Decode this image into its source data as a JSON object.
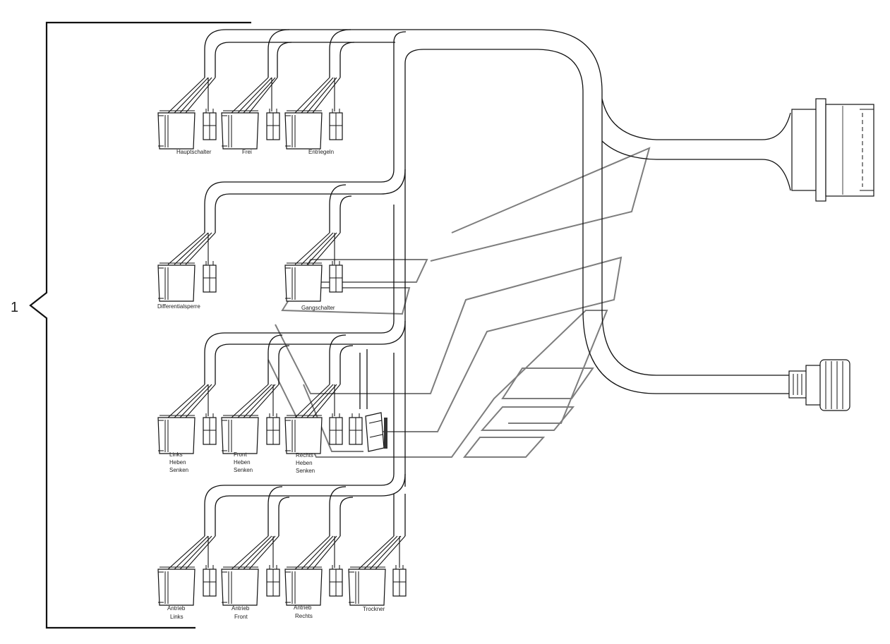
{
  "item_number": "1",
  "switch_labels": {
    "hauptschalter": "Hauptschalter",
    "frei": "Frei",
    "entriegeln": "Entriegeln",
    "differentialsperre": "Differentialsperre",
    "gangschalter": "Gangschalter",
    "links_heben_senken": [
      "Links",
      "Heben",
      "Senken"
    ],
    "front_heben_senken": [
      "Front",
      "Heben",
      "Senken"
    ],
    "rechts_heben_senken": [
      "Rechts",
      "Heben",
      "Senken"
    ],
    "antrieb_links": [
      "Antrieb",
      "Links"
    ],
    "antrieb_front": [
      "Antrieb",
      "Front"
    ],
    "antrieb_rechts": [
      "Antrieb",
      "Rechts"
    ],
    "trockner": "Trockner"
  },
  "colors": {
    "line": "#111111",
    "watermark": "#7d7d7d"
  }
}
